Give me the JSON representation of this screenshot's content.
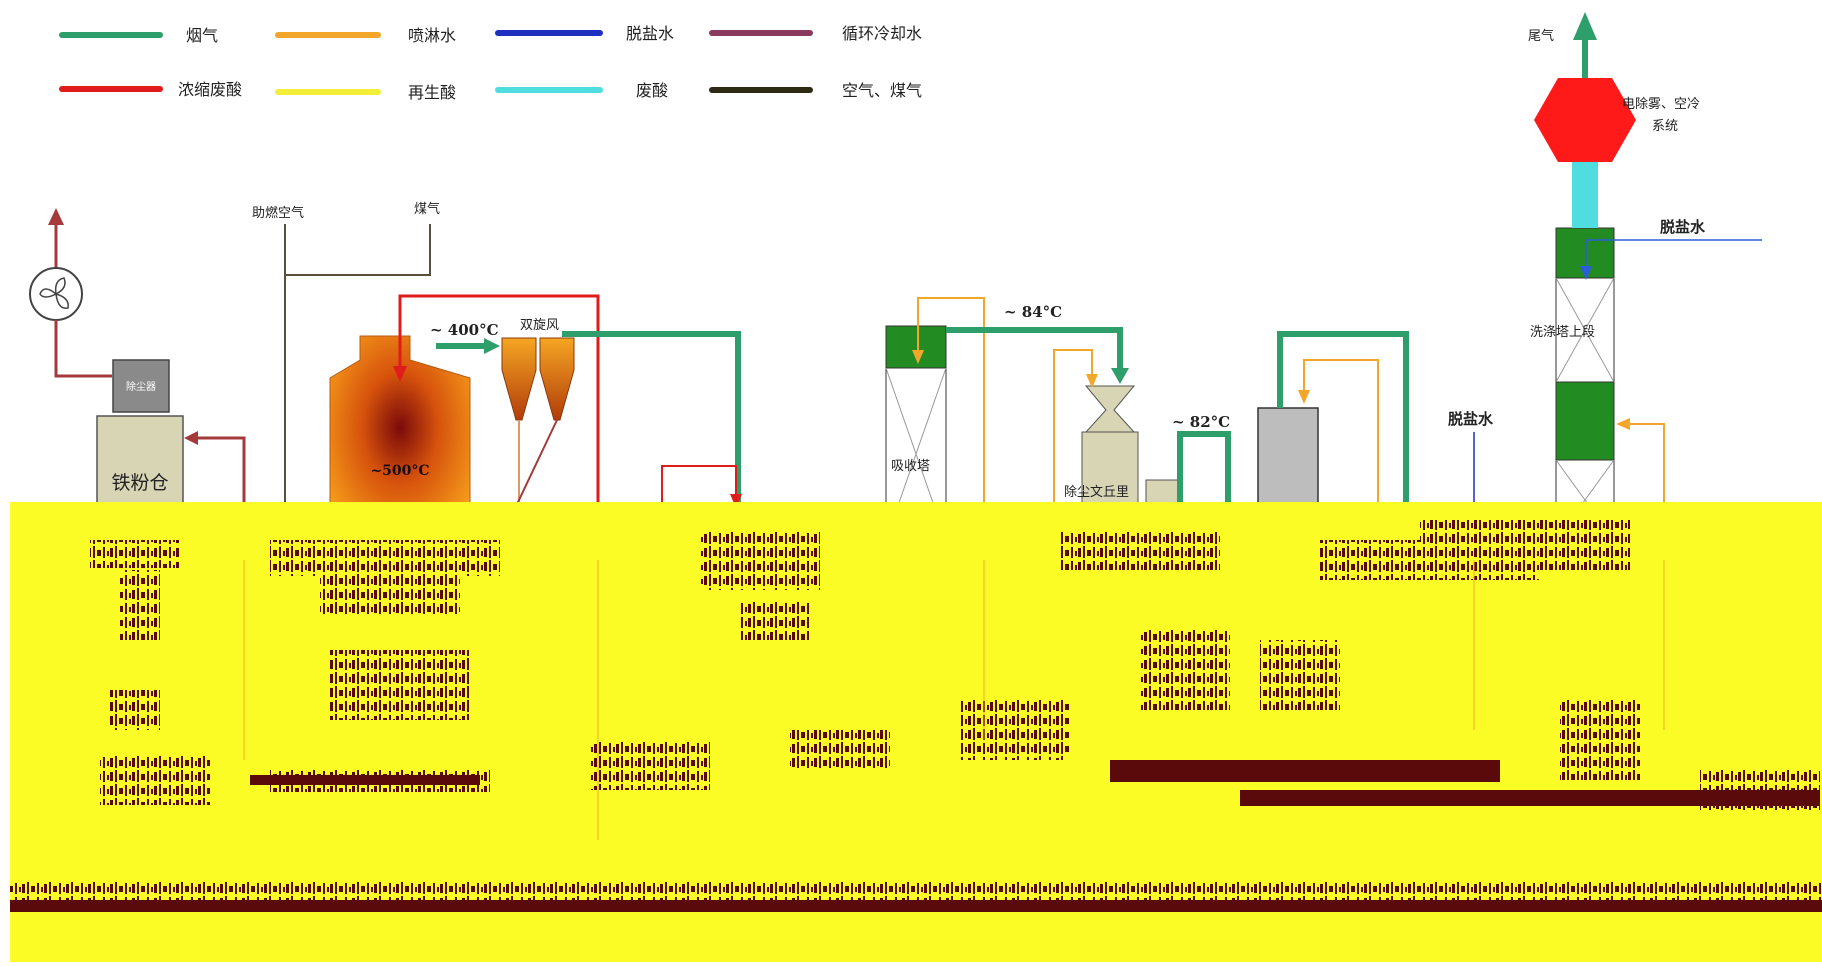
{
  "legend": {
    "items": [
      {
        "label": "烟气",
        "color": "#2e9e6a"
      },
      {
        "label": "喷淋水",
        "color": "#f2a72a"
      },
      {
        "label": "脱盐水",
        "color": "#1f2fbf"
      },
      {
        "label": "循环冷却水",
        "color": "#8a3a5e"
      },
      {
        "label": "浓缩废酸",
        "color": "#e01b1b"
      },
      {
        "label": "再生酸",
        "color": "#f3ee38"
      },
      {
        "label": "废酸",
        "color": "#4fdde0"
      },
      {
        "label": "空气、煤气",
        "color": "#2f2a14"
      }
    ]
  },
  "equipment": {
    "tail_gas": "尾气",
    "demister": [
      "电除雾、空冷",
      "系统"
    ],
    "desalted_water_top": "脱盐水",
    "wash_upper": "洗涤塔上段",
    "desalted_water_mid": "脱盐水",
    "combustion_air": "助燃空气",
    "coal_gas": "煤气",
    "temp_400": "~ 400°C",
    "twin_cyclone": "双旋风",
    "temp_500": "~500°C",
    "temp_84": "~ 84°C",
    "temp_82": "~ 82°C",
    "absorber": "吸收塔",
    "venturi": "除尘文丘里",
    "dust_collector": "除尘器",
    "iron_bin": "铁粉仓"
  },
  "colors": {
    "flue": "#2e9e6a",
    "spray": "#f2a72a",
    "desalt": "#1f2fbf",
    "cooling": "#8a3a5e",
    "conc_acid": "#e01b1b",
    "regen": "#f3ee38",
    "waste": "#4fdde0",
    "airgas": "#2f2a14",
    "overlay": "#fbfb26",
    "noise": "#5a0a0a",
    "tower_green": "#228b22",
    "hex_red": "#ff1a1a"
  }
}
